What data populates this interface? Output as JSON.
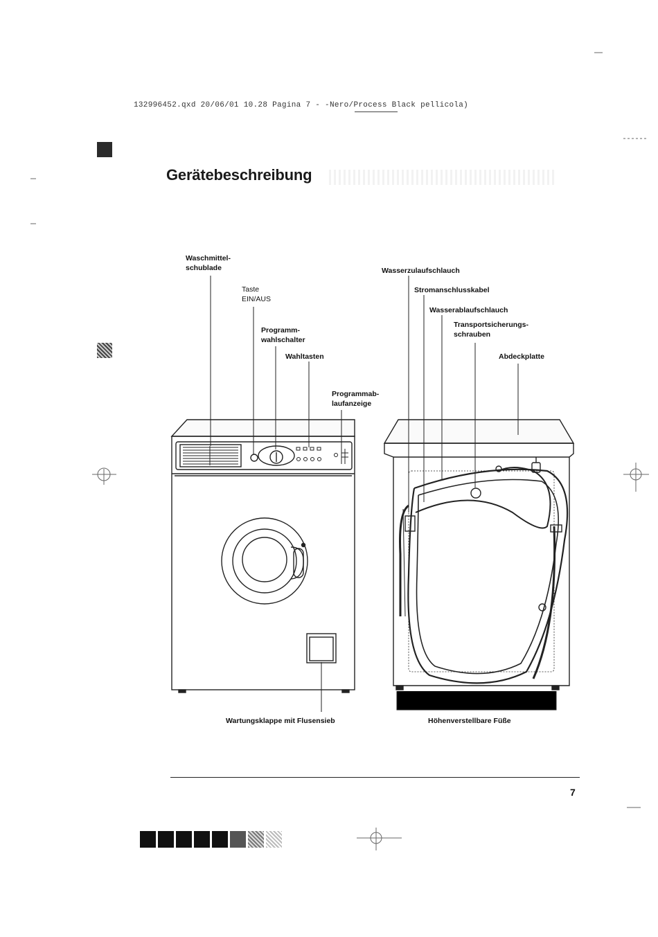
{
  "header": {
    "slug": "132996452.qxd  20/06/01  10.28  Pagina  7  -  -Nero/Process Black pellicola)"
  },
  "title": "Gerätebeschreibung",
  "front_labels": {
    "drawer_l1": "Waschmittel-",
    "drawer_l2": "schublade",
    "onoff_l1": "Taste",
    "onoff_l2": "EIN/AUS",
    "selector_l1": "Programm-",
    "selector_l2": "wahlschalter",
    "buttons": "Wahltasten",
    "progress_l1": "Programmab-",
    "progress_l2": "laufanzeige",
    "service": "Wartungsklappe mit Flusensieb"
  },
  "back_labels": {
    "inlet_hose": "Wasserzulaufschlauch",
    "power_cable": "Stromanschlusskabel",
    "drain_hose": "Wasserablaufschlauch",
    "transport_l1": "Transportsicherungs-",
    "transport_l2": "schrauben",
    "cover_plate": "Abdeckplatte",
    "feet": "Höhenverstellbare Füße"
  },
  "page_number": "7"
}
